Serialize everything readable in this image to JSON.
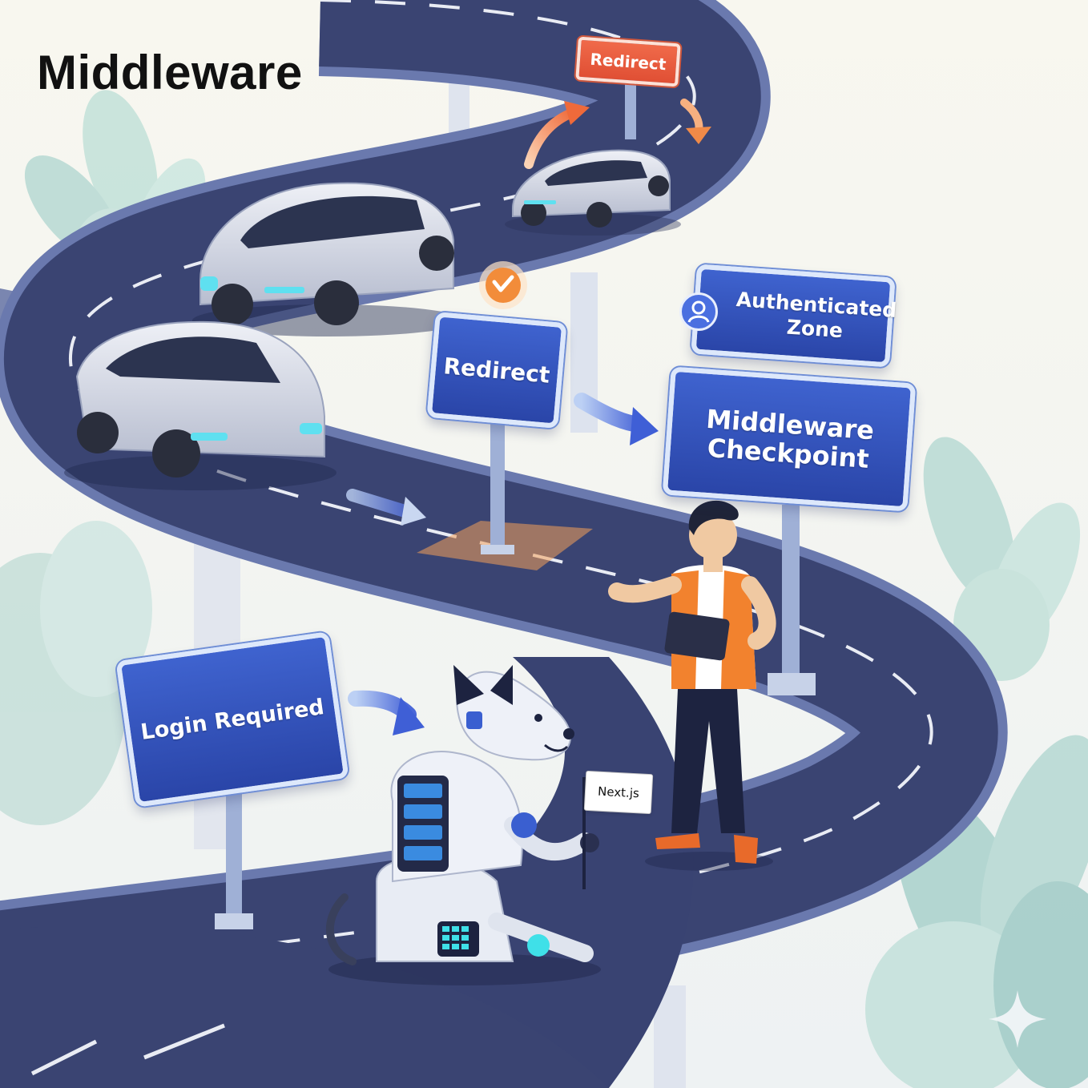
{
  "header": {
    "title": "Middleware"
  },
  "signs": {
    "redirect_top": "Redirect",
    "redirect_mid": "Redirect",
    "authenticated_zone": "Authenticated Zone",
    "middleware_checkpoint": "Middleware Checkpoint",
    "login_required": "Login Required"
  },
  "flag": {
    "label": "Next.js"
  },
  "colors": {
    "road": "#3a4472",
    "road_edge": "#5f6ea5",
    "sign_blue": "#3554bb",
    "sign_red": "#e85a3c",
    "accent_orange": "#f29a3d",
    "foliage": "#b9dcd6"
  },
  "icons": [
    "user-icon",
    "checkmark-icon",
    "sparkle-icon",
    "arrow-right-icon"
  ]
}
